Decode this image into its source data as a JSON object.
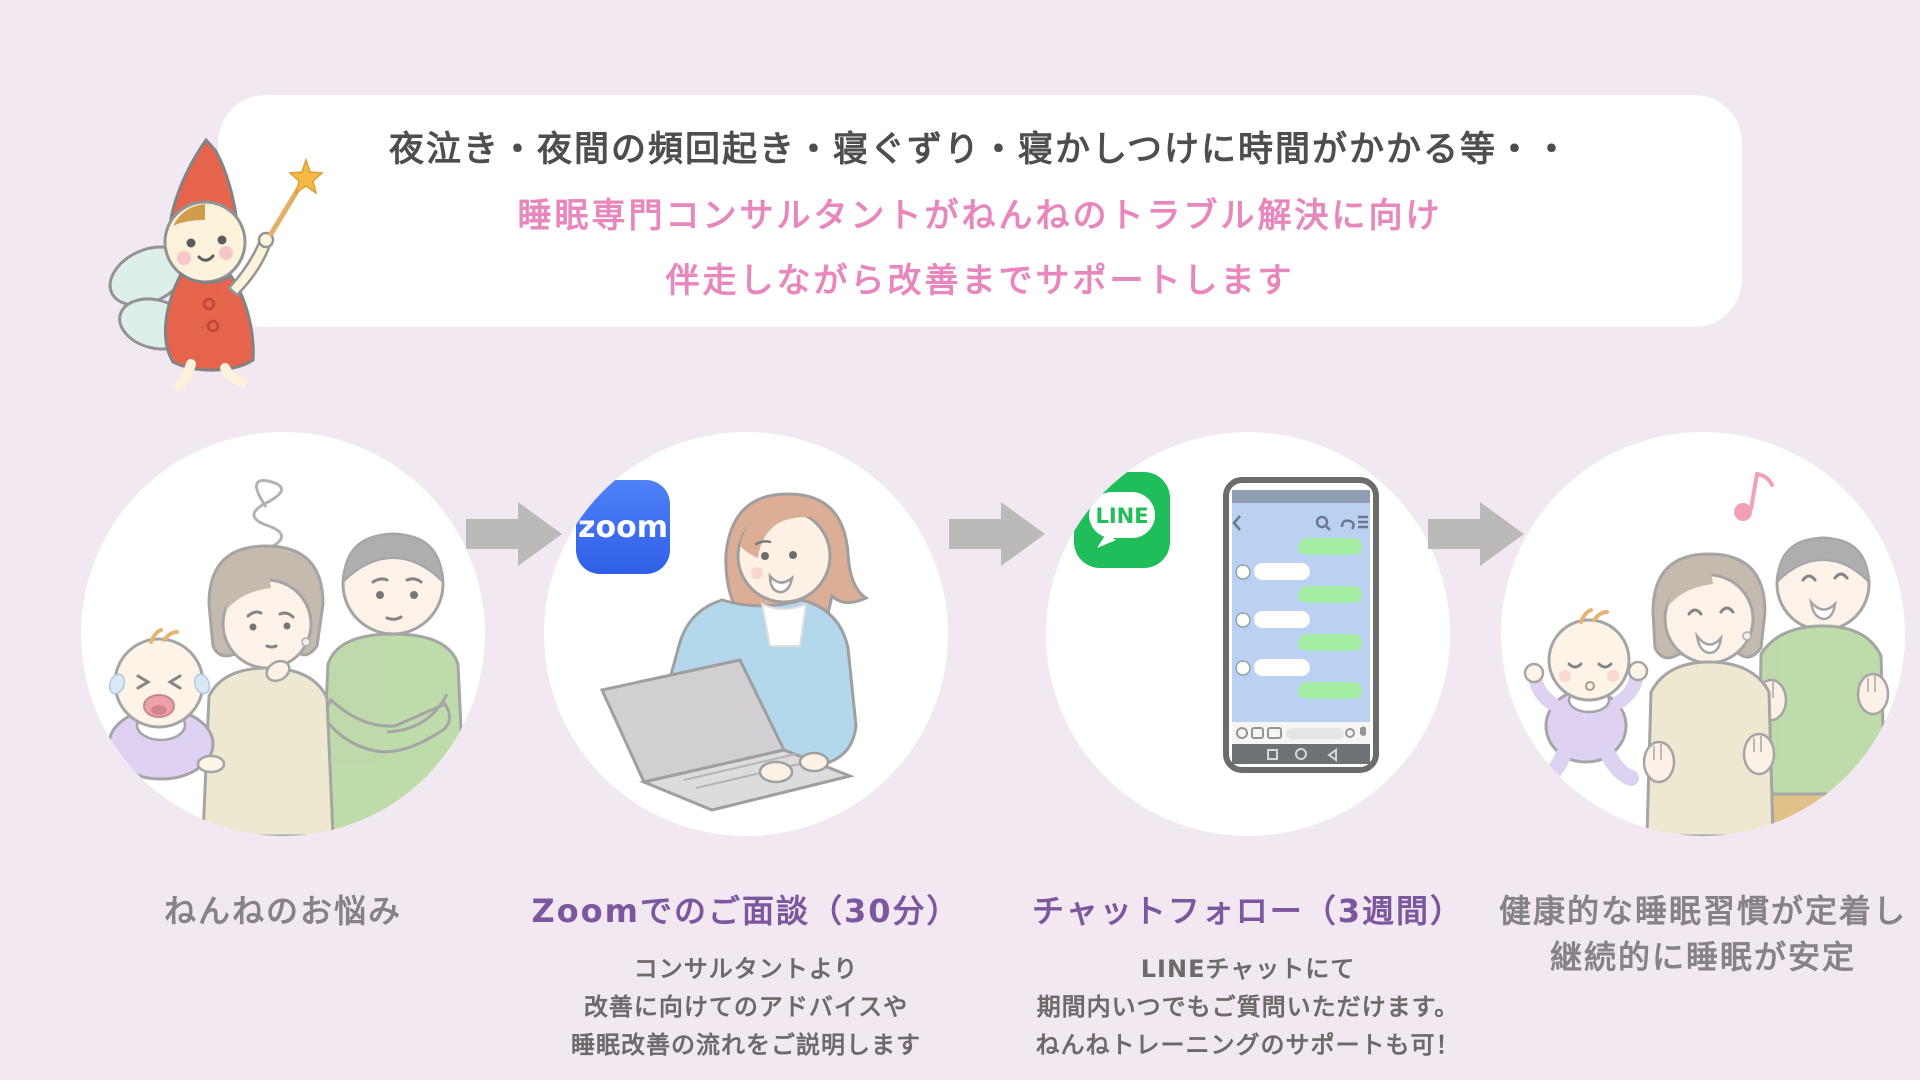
{
  "colors": {
    "background": "#f2e8f1",
    "header_dark_text": "#4f4d4d",
    "accent_pink": "#e887be",
    "title_purple": "#7b57a0",
    "title_gray": "#868287",
    "description_gray": "#6d696d",
    "arrow_gray": "#bcb9b9",
    "zoom_blue": "#3d6cf0",
    "line_green": "#1fbe5a"
  },
  "header": {
    "line1": "夜泣き・夜間の頻回起き・寝ぐずり・寝かしつけに時間がかかる等・・",
    "line2": "睡眠専門コンサルタントがねんねのトラブル解決に向け",
    "line3": "伴走しながら改善までサポートします"
  },
  "icons": {
    "fairy": "fairy-wand-illustration",
    "arrow": "arrow-right-icon",
    "scribble": "frustration-scribble-icon",
    "zoom": "zoom-logo",
    "line": "line-logo",
    "note": "music-note-icon"
  },
  "steps": [
    {
      "title_lines": [
        "ねんねのお悩み"
      ],
      "description_lines": [],
      "illustration": "worried-family-with-crying-baby"
    },
    {
      "title_lines": [
        "Zoomでのご面談（30分）"
      ],
      "logo_text": "zoom",
      "description_lines": [
        "コンサルタントより",
        "改善に向けてのアドバイスや",
        "睡眠改善の流れをご説明します"
      ],
      "illustration": "consultant-on-laptop-zoom"
    },
    {
      "title_lines": [
        "チャットフォロー（3週間）"
      ],
      "logo_text": "LINE",
      "description_lines": [
        "LINEチャットにて",
        "期間内いつでもご質問いただけます。",
        "ねんねトレーニングのサポートも可！"
      ],
      "illustration": "line-chat-smartphone"
    },
    {
      "title_lines": [
        "健康的な睡眠習慣が定着し",
        "継続的に睡眠が安定"
      ],
      "description_lines": [],
      "illustration": "happy-family-with-sleeping-baby"
    }
  ]
}
